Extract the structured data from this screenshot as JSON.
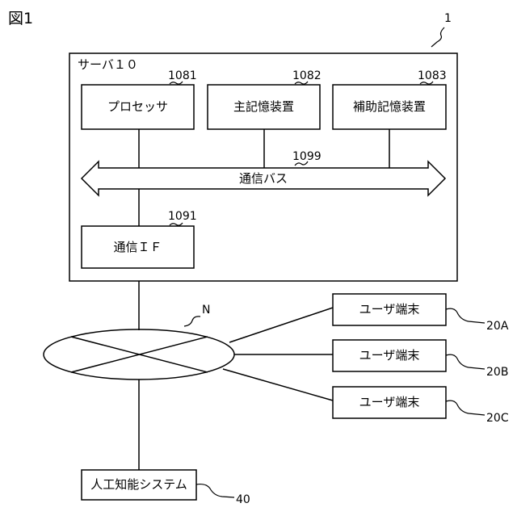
{
  "figure": {
    "title": "図1"
  },
  "system": {
    "ref": "1"
  },
  "server": {
    "label": "サーバ１０",
    "components": [
      {
        "ref": "1081",
        "label": "プロセッサ"
      },
      {
        "ref": "1082",
        "label": "主記憶装置"
      },
      {
        "ref": "1083",
        "label": "補助記憶装置"
      }
    ],
    "bus": {
      "ref": "1099",
      "label": "通信バス"
    },
    "comm_if": {
      "ref": "1091",
      "label": "通信ＩＦ"
    }
  },
  "network": {
    "label": "N"
  },
  "terminals": [
    {
      "label": "ユーザ端末",
      "ref": "20A"
    },
    {
      "label": "ユーザ端末",
      "ref": "20B"
    },
    {
      "label": "ユーザ端末",
      "ref": "20C"
    }
  ],
  "ai_system": {
    "label": "人工知能システム",
    "ref": "40"
  }
}
